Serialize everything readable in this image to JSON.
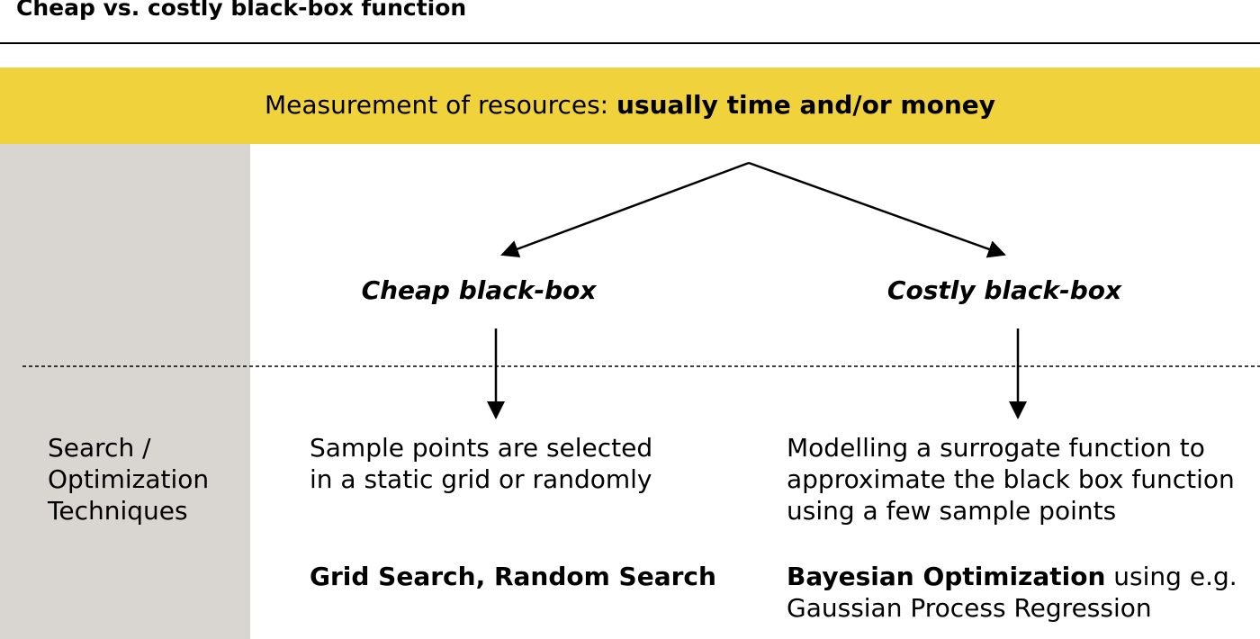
{
  "title": "Cheap vs. costly black-box function",
  "banner": {
    "prefix": "Measurement of resources: ",
    "emphasis": "usually time and/or money"
  },
  "sidebar": {
    "label_lines": [
      "Search /",
      "Optimization",
      "Techniques"
    ]
  },
  "branches": {
    "cheap": {
      "label": "Cheap black-box",
      "description_lines": [
        "Sample points are selected",
        "in a static grid or randomly"
      ],
      "method_bold": "Grid Search, Random Search",
      "method_rest": ""
    },
    "costly": {
      "label": "Costly black-box",
      "description_lines": [
        "Modelling a surrogate function to",
        "approximate the black box function",
        "using a few sample points"
      ],
      "method_bold": "Bayesian Optimization",
      "method_rest": " using e.g.",
      "method_line2": "Gaussian Process Regression"
    }
  },
  "colors": {
    "banner": "#f0d23c",
    "sidebar": "#d9d5d1",
    "rule": "#000000",
    "arrow": "#000000"
  }
}
